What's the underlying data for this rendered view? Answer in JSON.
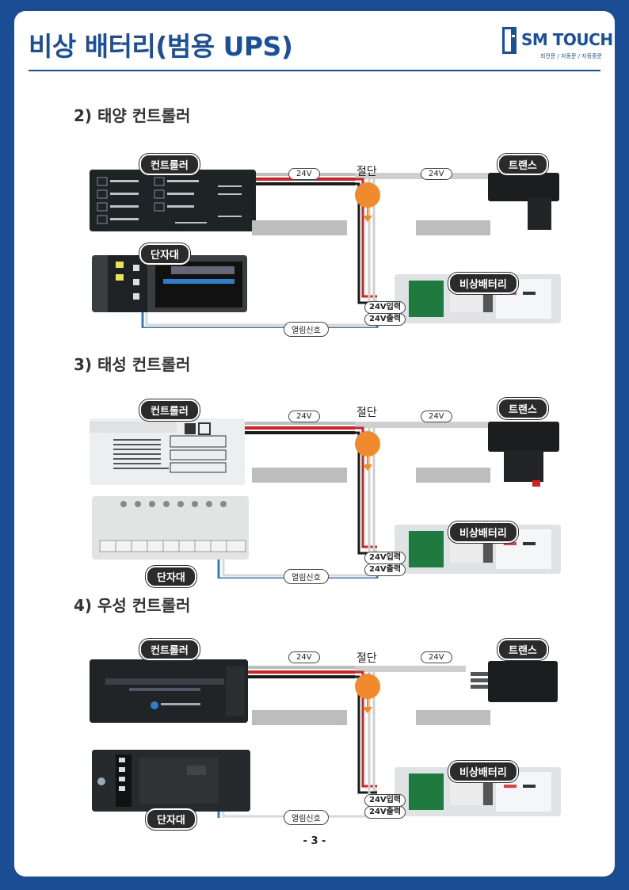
{
  "header": {
    "title": "비상 배터리(범용 UPS)",
    "logo_text": "SM TOUCH",
    "logo_sub": "회전문 / 자동문 / 자동중문"
  },
  "sections": [
    {
      "heading": "2) 태양 컨트롤러",
      "controller_label": "컨트롤러",
      "trans_label": "트랜스",
      "terminal_label": "단자대",
      "battery_label": "비상배터리",
      "volt_left": "24V",
      "volt_right": "24V",
      "cut_label": "절단",
      "in_label": "24V입력",
      "out_label": "24V출력",
      "signal_label": "열림신호"
    },
    {
      "heading": "3) 태성 컨트롤러",
      "controller_label": "컨트롤러",
      "trans_label": "트랜스",
      "terminal_label": "단자대",
      "battery_label": "비상배터리",
      "volt_left": "24V",
      "volt_right": "24V",
      "cut_label": "절단",
      "in_label": "24V입력",
      "out_label": "24V출력",
      "signal_label": "열림신호"
    },
    {
      "heading": "4) 우성 컨트롤러",
      "controller_label": "컨트롤러",
      "trans_label": "트랜스",
      "terminal_label": "단자대",
      "battery_label": "비상배터리",
      "volt_left": "24V",
      "volt_right": "24V",
      "cut_label": "절단",
      "in_label": "24V입력",
      "out_label": "24V출력",
      "signal_label": "열림신호"
    }
  ],
  "page_number": "- 3 -",
  "colors": {
    "brand_blue": "#1b4f9c",
    "cut_orange": "#f08a2c",
    "wire_red": "#d42020",
    "wire_black": "#1a1a1a",
    "wire_blue": "#2f7ec9",
    "wire_gray": "#bdbdbd"
  }
}
